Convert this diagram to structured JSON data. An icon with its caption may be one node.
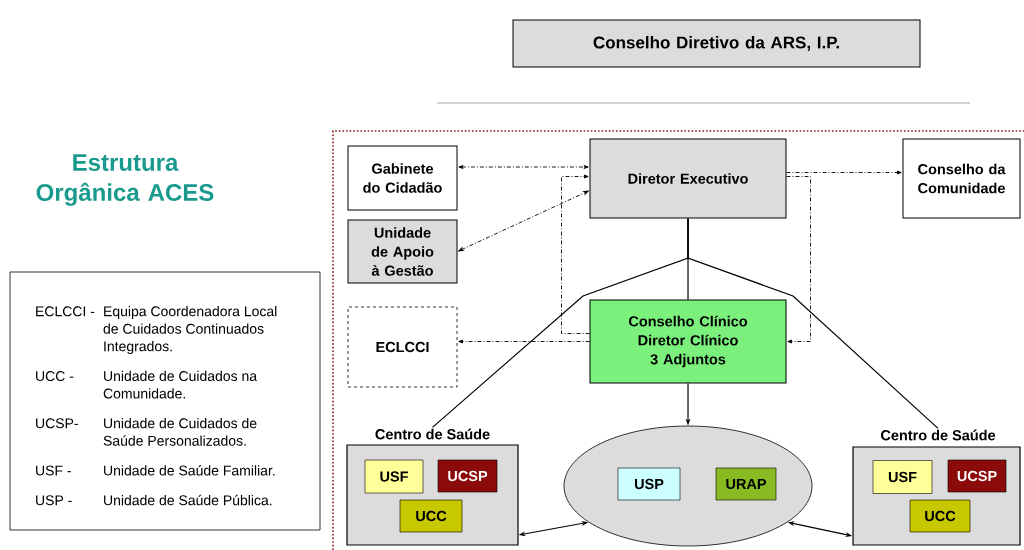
{
  "diagram": {
    "title": "Estrutura Orgânica ACES",
    "nodes": [
      {
        "text": [
          "Conselho Diretivo da ARS, I.P."
        ]
      },
      {
        "text": [
          "Gabinete do Cidadão"
        ]
      },
      {
        "text": [
          "Diretor Executivo"
        ]
      },
      {
        "text": [
          "Conselho da Comunidade"
        ]
      },
      {
        "text": [
          "Unidade de Apoio à Gestão"
        ]
      },
      {
        "text": [
          "ECLCCI"
        ]
      },
      {
        "text": [
          "Conselho Clínico",
          "Diretor Clínico",
          "3 Adjuntos"
        ]
      },
      {
        "text": [
          "Centro de Saúde"
        ]
      },
      {
        "text": [
          "USF"
        ],
        "in": 7
      },
      {
        "text": [
          "UCSP"
        ],
        "in": 7
      },
      {
        "text": [
          "UCC"
        ],
        "in": 7
      },
      {
        "text": [],
        "shape": "ellipse"
      },
      {
        "text": [
          "USP"
        ],
        "in": 11
      },
      {
        "text": [
          "URAP"
        ],
        "in": 11
      },
      {
        "text": [
          "Centro de Saúde"
        ]
      },
      {
        "text": [
          "USF"
        ],
        "in": 14
      },
      {
        "text": [
          "UCSP"
        ],
        "in": 14
      },
      {
        "text": [
          "UCC"
        ],
        "in": 14
      },
      {
        "text": [
          "ECLCCI -",
          "Equipa Coordenadora Local de Cuidados Continuados Integrados.",
          "UCC -",
          "Unidade de Cuidados na Comunidade.",
          "UCSP-",
          "Unidade de Cuidados de Saúde Personalizados.",
          "USF -",
          "Unidade de Saúde Familiar.",
          "USP -",
          "Unidade de Saúde Pública."
        ]
      }
    ],
    "edges": [
      {
        "from": 1,
        "to": 2,
        "arrow": "both",
        "style": "dashed"
      },
      {
        "from": 4,
        "to": 2,
        "arrow": "both",
        "style": "dashed"
      },
      {
        "from": 2,
        "to": 3,
        "arrow": "to",
        "style": "dashed"
      },
      {
        "from": 6,
        "to": 5,
        "arrow": "to",
        "style": "dashed"
      },
      {
        "from": 6,
        "to": 2,
        "arrow": "to",
        "style": "dashed"
      },
      {
        "from": 2,
        "to": 6,
        "arrow": "to",
        "style": "dashed"
      },
      {
        "from": 2,
        "to": 6,
        "arrow": "none"
      },
      {
        "from": 2,
        "to": 7,
        "arrow": "none"
      },
      {
        "from": 2,
        "to": 14,
        "arrow": "none"
      },
      {
        "from": 6,
        "to": 11,
        "arrow": "to"
      },
      {
        "from": 7,
        "to": 11,
        "arrow": "both"
      },
      {
        "from": 11,
        "to": 14,
        "arrow": "both"
      }
    ]
  }
}
